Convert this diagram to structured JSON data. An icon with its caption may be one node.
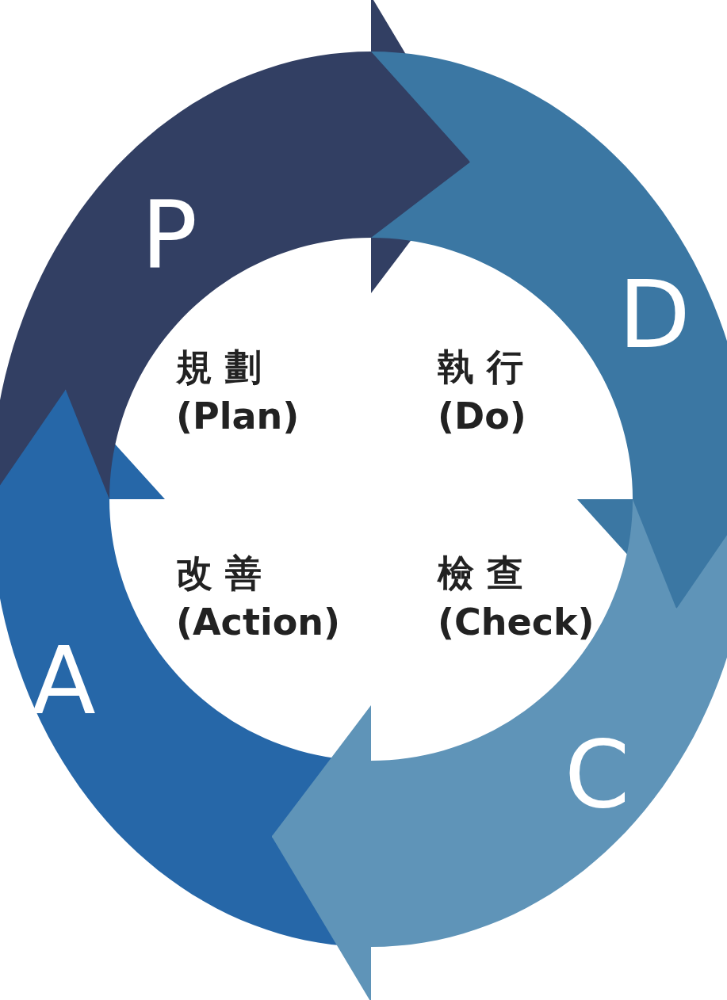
{
  "diagram": {
    "nodes": [
      {
        "text": [
          "P"
        ]
      },
      {
        "text": [
          "D"
        ]
      },
      {
        "text": [
          "C"
        ]
      },
      {
        "text": [
          "A"
        ]
      }
    ],
    "labels": [
      "規 劃",
      "(Plan)",
      "執 行",
      "(Do)",
      "改 善",
      "(Action)",
      "檢 查",
      "(Check)"
    ]
  }
}
